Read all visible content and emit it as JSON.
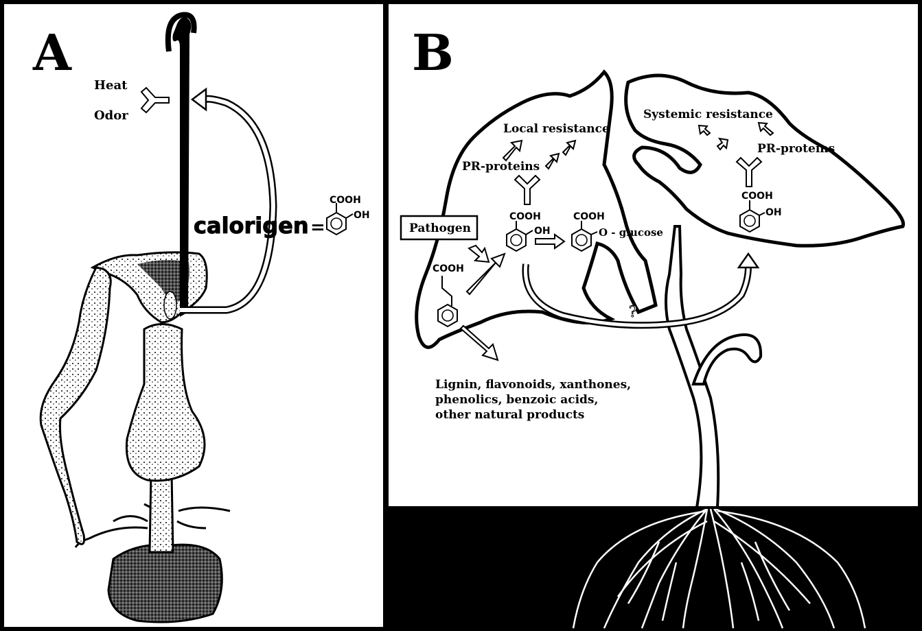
{
  "panel_a": {
    "letter": "A",
    "heat": "Heat",
    "odor": "Odor",
    "calorigen": "calorigen",
    "equals": "=",
    "molecule": {
      "cooh": "COOH",
      "oh": "OH"
    }
  },
  "panel_b": {
    "letter": "B",
    "pathogen": "Pathogen",
    "local_resistance": "Local resistance",
    "systemic_resistance": "Systemic resistance",
    "pr_proteins_left": "PR-proteins",
    "pr_proteins_right": "PR-proteins",
    "sa_left": {
      "cooh": "COOH",
      "oh": "OH"
    },
    "sa_glucoside": {
      "cooh": "COOH",
      "o_glucose": "O - glucose"
    },
    "sa_right": {
      "cooh": "COOH",
      "oh": "OH"
    },
    "cinnamic": {
      "cooh": "COOH"
    },
    "question_mark": "?",
    "products": [
      "Lignin, flavonoids, xanthones,",
      "phenolics, benzoic acids,",
      "other natural products"
    ]
  },
  "colors": {
    "ink": "#000000",
    "paper": "#ffffff",
    "soil": "#000000"
  }
}
